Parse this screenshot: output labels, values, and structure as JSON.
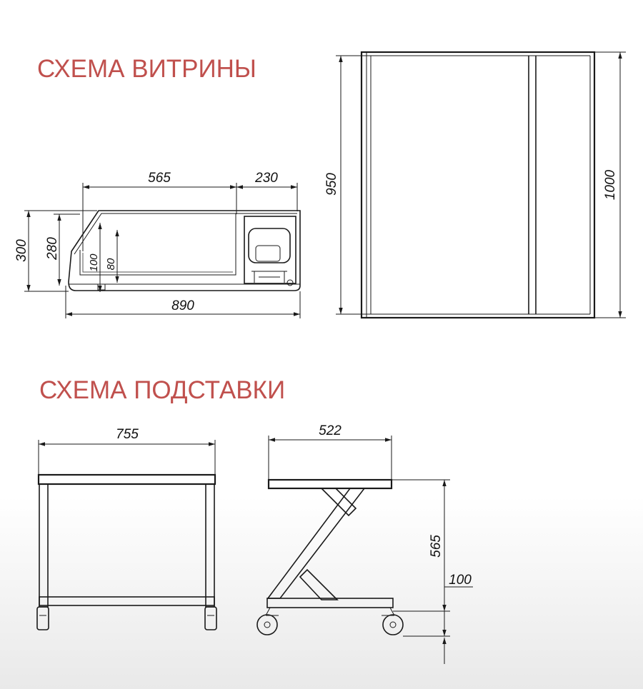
{
  "headings": {
    "showcase": "СХЕМА ВИТРИНЫ",
    "stand": "СХЕМА ПОДСТАВКИ"
  },
  "colors": {
    "heading": "#c0504d",
    "line": "#1a1a1a"
  },
  "showcase_side": {
    "width": "890",
    "glass_length": "565",
    "compressor_length": "230",
    "height_total": "300",
    "height_body": "280",
    "tray_depth": "100",
    "tray_inner": "80"
  },
  "showcase_front": {
    "height_inner": "950",
    "height_outer": "1000"
  },
  "stand_front": {
    "width": "755"
  },
  "stand_side": {
    "width": "522",
    "height": "565",
    "shelf_height": "100"
  }
}
